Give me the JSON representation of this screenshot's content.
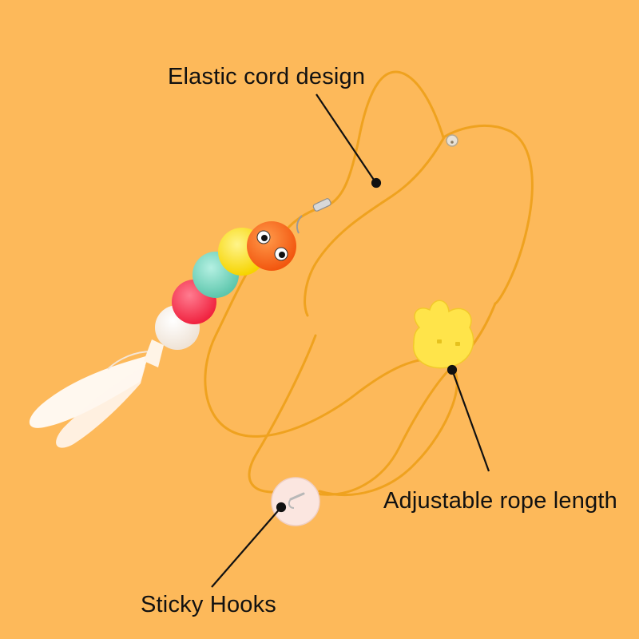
{
  "labels": {
    "elastic_cord": "Elastic cord design",
    "adjustable_rope": "Adjustable rope length",
    "sticky_hooks": "Sticky Hooks"
  },
  "colors": {
    "background": "#FDB95A",
    "cord": "#F0A623",
    "pointer_line": "#111111",
    "pompom_orange": "#FF6A1A",
    "pompom_yellow": "#FFE81F",
    "pompom_green": "#7FD8C2",
    "pompom_red": "#FF3B5A",
    "pompom_white": "#FFF8F0",
    "adjuster_yellow": "#FFE44A",
    "hook_pad": "#FBE6E0"
  }
}
